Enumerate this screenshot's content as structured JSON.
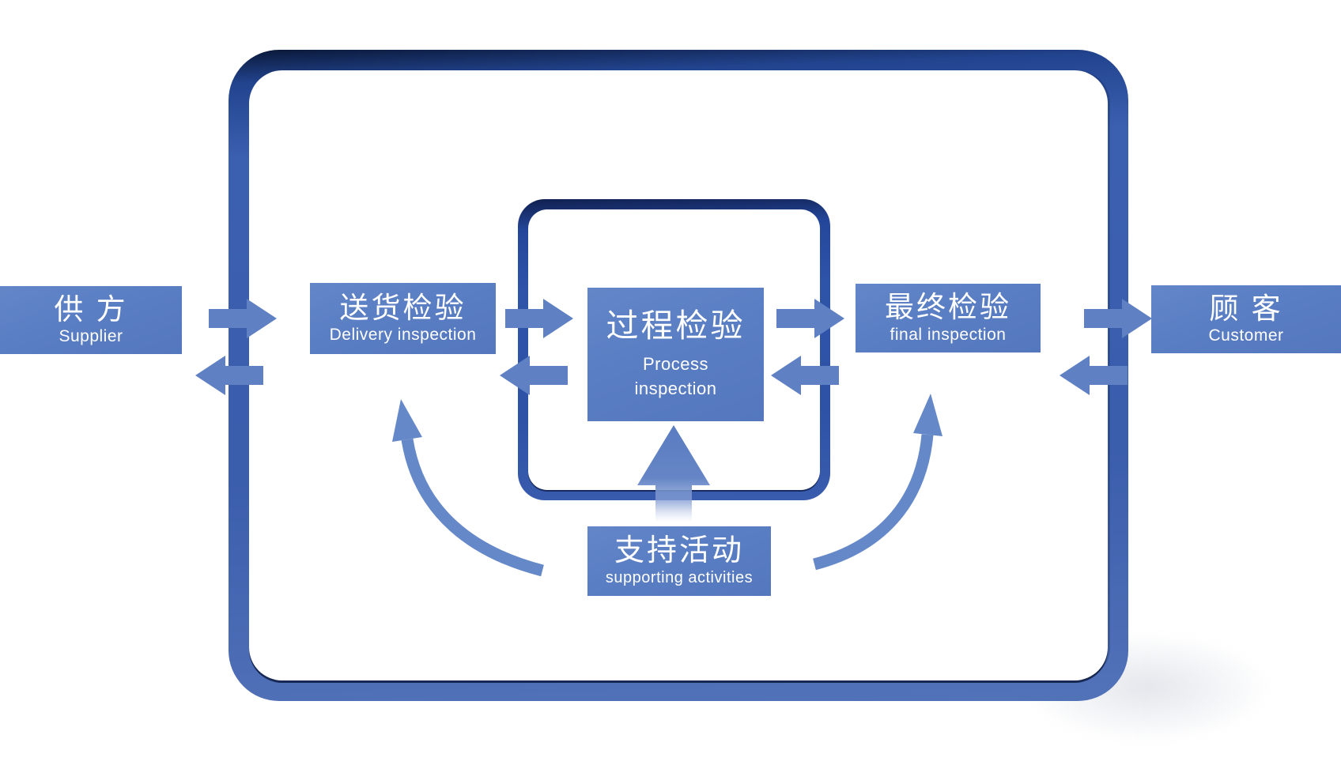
{
  "diagram": {
    "description": "Quality inspection process flow diagram",
    "nodes": {
      "supplier": {
        "zh": "供 方",
        "en": "Supplier"
      },
      "delivery": {
        "zh": "送货检验",
        "en": "Delivery inspection"
      },
      "process": {
        "zh": "过程检验",
        "en1": "Process",
        "en2": "inspection"
      },
      "final": {
        "zh": "最终检验",
        "en": "final inspection"
      },
      "customer": {
        "zh": "顾 客",
        "en": "Customer"
      },
      "support": {
        "zh": "支持活动",
        "en": "supporting activities"
      }
    },
    "connections": [
      {
        "from": "supplier",
        "to": "delivery",
        "bidirectional": true,
        "style": "block-arrow-pair"
      },
      {
        "from": "delivery",
        "to": "process",
        "bidirectional": true,
        "style": "block-arrow-pair"
      },
      {
        "from": "process",
        "to": "final",
        "bidirectional": true,
        "style": "block-arrow-pair"
      },
      {
        "from": "final",
        "to": "customer",
        "bidirectional": true,
        "style": "block-arrow-pair"
      },
      {
        "from": "support",
        "to": "process",
        "bidirectional": false,
        "style": "block-arrow-up"
      },
      {
        "from": "support",
        "to": "delivery",
        "bidirectional": false,
        "style": "curved-arrow"
      },
      {
        "from": "support",
        "to": "final",
        "bidirectional": false,
        "style": "curved-arrow"
      }
    ],
    "colors": {
      "box_fill": "#5a7ec3",
      "block_arrow": "#5f81c4",
      "curved_arrow": "#6588c8",
      "outer_frame": "#3a5dac",
      "outer_frame_dark_edge": "#0a1838",
      "inner_frame": "#2d52a6",
      "text": "#ffffff",
      "background": "#ffffff"
    }
  }
}
